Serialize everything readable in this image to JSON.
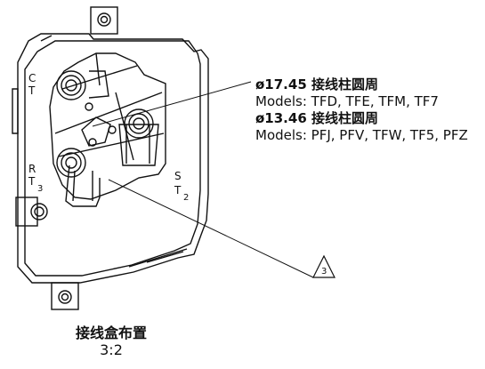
{
  "callouts": [
    {
      "title": "ø17.45 接线柱圆周",
      "models": "Models: TFD, TFE, TFM, TF7"
    },
    {
      "title": "ø13.46 接线柱圆周",
      "models": "Models: PFJ, PFV, TFW, TF5, PFZ"
    }
  ],
  "terminal_labels": {
    "c": "C",
    "t": "T",
    "r": "R",
    "t3": "T",
    "t3_sub": "3",
    "s": "S",
    "t2": "T",
    "t2_sub": "2"
  },
  "reference_tag": "3",
  "caption": {
    "title": "接线盒布置",
    "scale": "3:2"
  }
}
